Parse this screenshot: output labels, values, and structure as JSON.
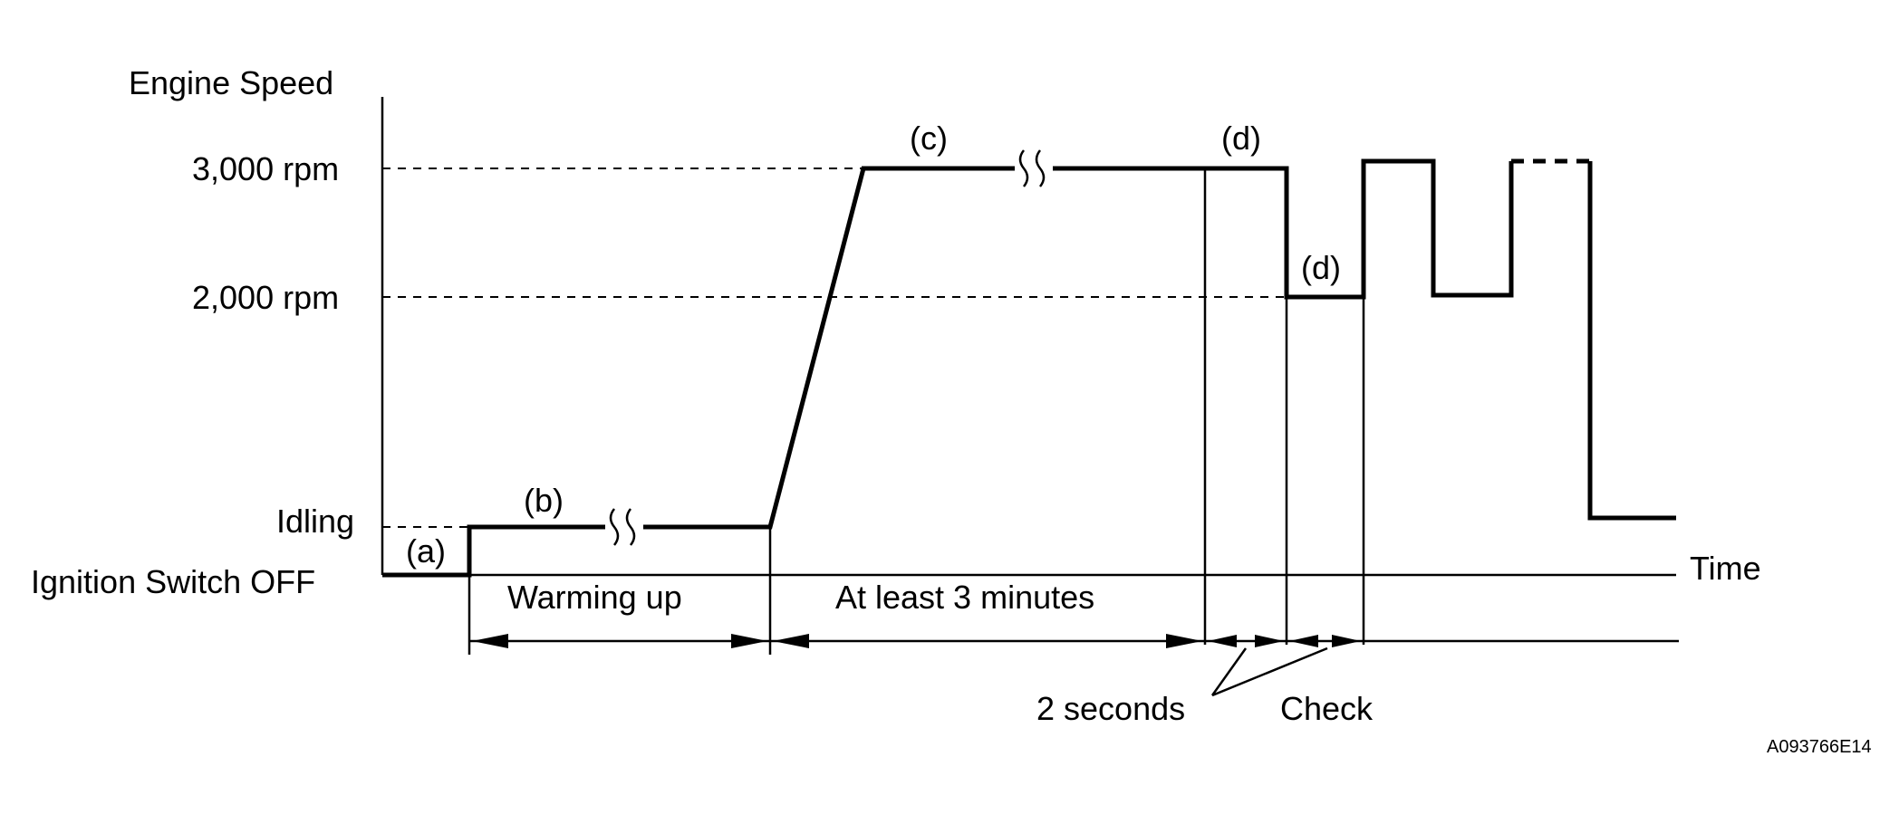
{
  "diagram": {
    "y_axis_title": "Engine Speed",
    "x_axis_title": "Time",
    "levels": {
      "high": "3,000 rpm",
      "mid": "2,000 rpm",
      "idle": "Idling",
      "off": "Ignition Switch OFF"
    },
    "step_labels": {
      "a": "(a)",
      "b": "(b)",
      "c": "(c)",
      "d_high": "(d)",
      "d_mid": "(d)"
    },
    "intervals": {
      "warming": "Warming up",
      "at_least": "At least 3 minutes",
      "two_seconds": "2 seconds",
      "check": "Check"
    },
    "figure_code": "A093766E14"
  }
}
